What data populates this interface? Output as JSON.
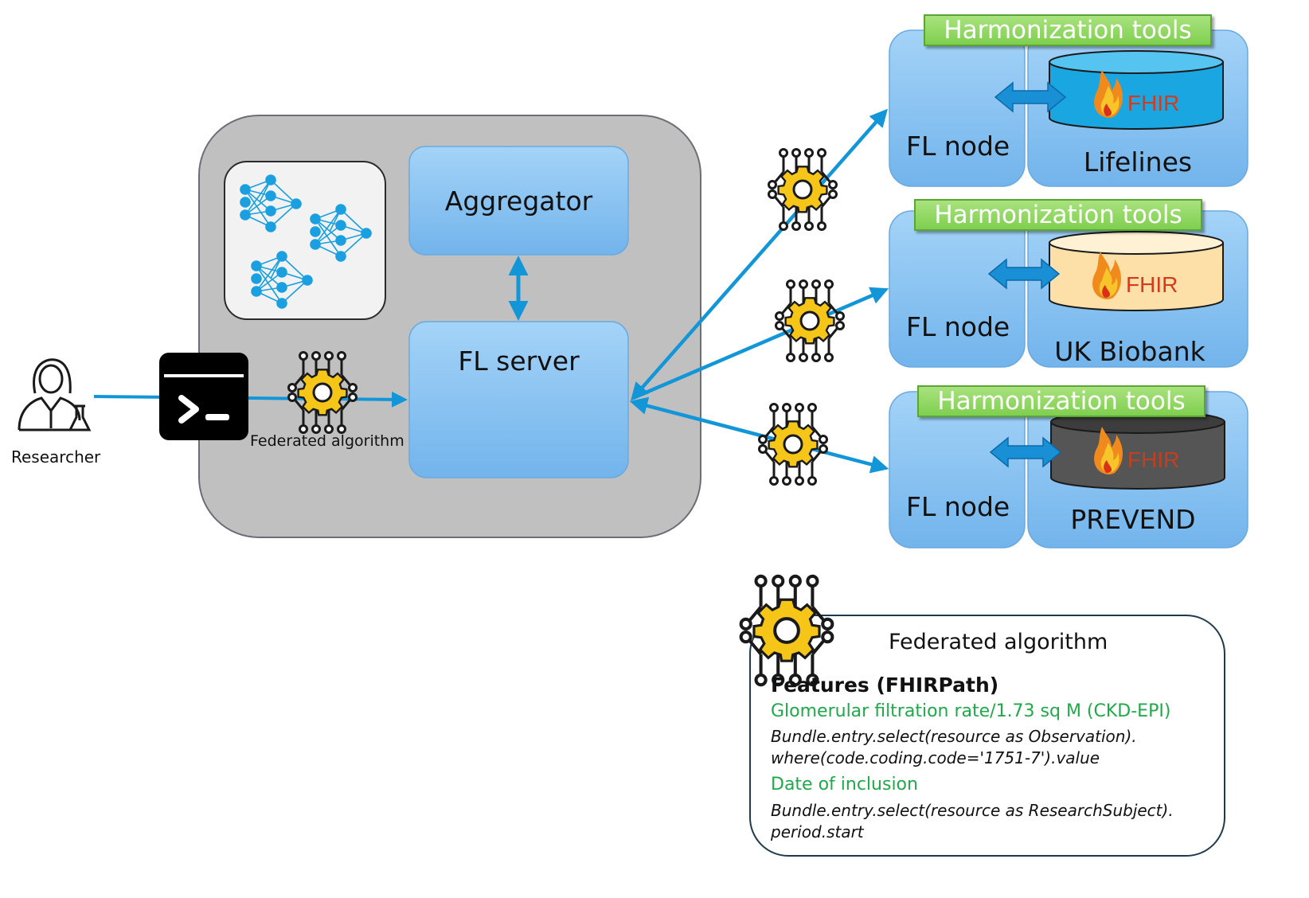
{
  "researcher": {
    "label": "Researcher"
  },
  "central": {
    "aggregator_label": "Aggregator",
    "fl_server_label": "FL server",
    "algorithm_caption": "Federated algorithm"
  },
  "sites": [
    {
      "harmonization_label": "Harmonization tools",
      "node_label": "FL node",
      "dataset_label": "Lifelines",
      "fhir_label": "FHIR",
      "db_color": "#1aa6e0"
    },
    {
      "harmonization_label": "Harmonization tools",
      "node_label": "FL node",
      "dataset_label": "UK Biobank",
      "fhir_label": "FHIR",
      "db_color": "#fde0a8"
    },
    {
      "harmonization_label": "Harmonization tools",
      "node_label": "FL node",
      "dataset_label": "PREVEND",
      "fhir_label": "FHIR",
      "db_color": "#555555"
    }
  ],
  "legend": {
    "title": "Federated algorithm",
    "features_heading": "Features (FHIRPath)",
    "features": [
      {
        "name": "Glomerular filtration rate/1.73 sq M (CKD-EPI)",
        "path_line1": "Bundle.entry.select(resource as Observation).",
        "path_line2": "where(code.coding.code='1751-7').value"
      },
      {
        "name": "Date of inclusion",
        "path_line1": "Bundle.entry.select(resource as ResearchSubject).",
        "path_line2": "period.start"
      }
    ]
  },
  "colors": {
    "arrow": "#1296d8",
    "panel": "#c0c0c0",
    "box": "#8cc6f2",
    "harmonization": "#8fd65f",
    "gear": "#f5c518"
  },
  "icons": [
    "researcher-icon",
    "terminal-icon",
    "gear-chip-icon",
    "neural-network-icon",
    "fhir-flame-icon",
    "database-icon"
  ]
}
